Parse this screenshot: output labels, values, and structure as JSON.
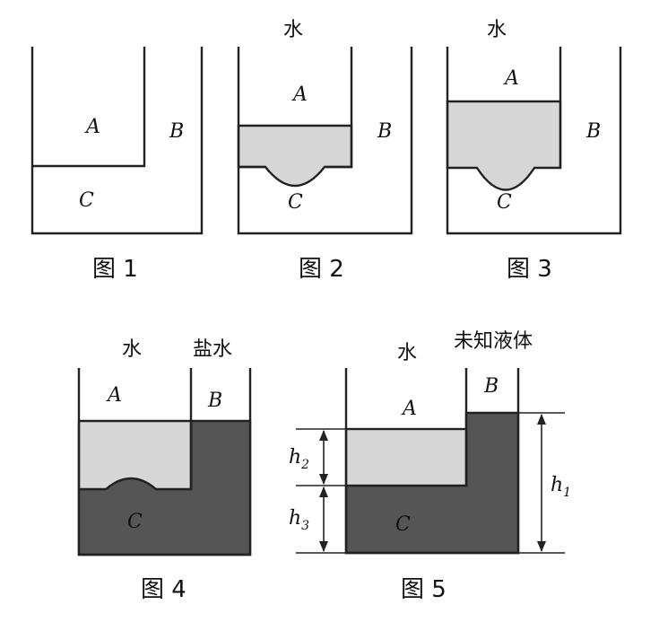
{
  "figures": [
    {
      "caption": "图 1",
      "labels": {
        "a": "A",
        "b": "B",
        "c": "C"
      }
    },
    {
      "caption": "图 2",
      "liquid_a": "水",
      "labels": {
        "a": "A",
        "b": "B",
        "c": "C"
      }
    },
    {
      "caption": "图 3",
      "liquid_a": "水",
      "labels": {
        "a": "A",
        "b": "B",
        "c": "C"
      }
    },
    {
      "caption": "图 4",
      "liquid_a": "水",
      "liquid_b": "盐水",
      "labels": {
        "a": "A",
        "b": "B",
        "c": "C"
      }
    },
    {
      "caption": "图 5",
      "liquid_a": "水",
      "liquid_b": "未知液体",
      "labels": {
        "a": "A",
        "b": "B",
        "c": "C"
      },
      "heights": {
        "h1": "h",
        "h1_sub": "1",
        "h2": "h",
        "h2_sub": "2",
        "h3": "h",
        "h3_sub": "3"
      }
    }
  ],
  "colors": {
    "water": "#d7d7d7",
    "dense_liquid": "#555555",
    "outline": "#222222"
  }
}
